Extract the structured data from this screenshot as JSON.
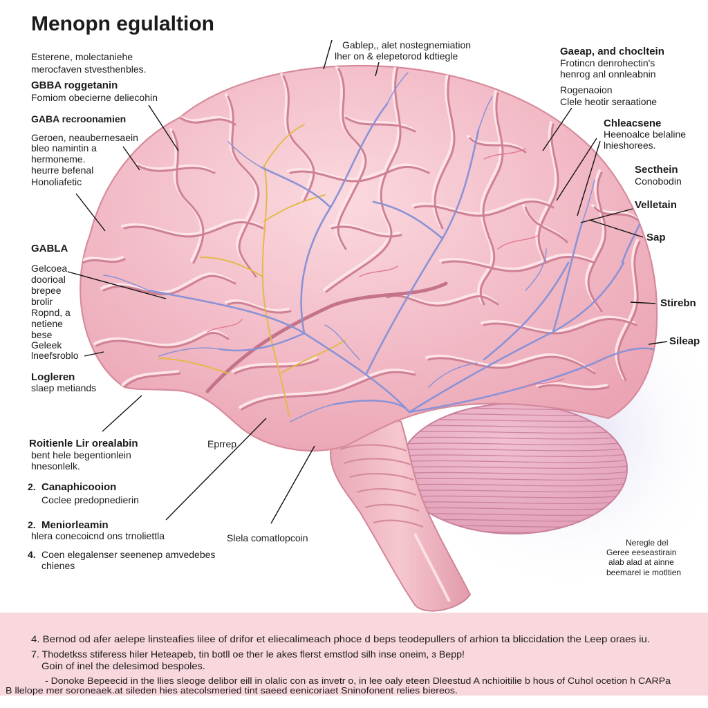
{
  "title": "Menopn egulaltion",
  "left_labels": [
    "Esterene, molectaniehe",
    "merocfaven stvesthenbles.",
    "GBBA roggetanin",
    "Fomiom obecierne deliecohin",
    "GABA recroonamien",
    "Geroen, neaubernesaein",
    "bleo namintin a",
    "hermoneme.",
    "heurre befenal",
    "Honoliafetic",
    "GABLA",
    "Gelcoea",
    "doorioal",
    "brepee",
    "brolir",
    "Ropnd, a",
    "netiene",
    "bese",
    "Geleek",
    "lneefsroblo",
    "Logleren",
    "slaep metiands",
    "Roitienle Lir orealabin",
    "bent hele begentionlein",
    "hnesonlelk."
  ],
  "numbered_items": [
    {
      "number": "2.",
      "title": "Canaphicooion",
      "detail": "Coclee predopnedierin"
    },
    {
      "number": "2.",
      "title": "Meniorleamin",
      "detail": "hlera conecoicnd ons trnoliettla"
    },
    {
      "number": "4.",
      "title": "Coen elegalenser seenenep amvedebes",
      "detail": "chienes"
    }
  ],
  "top_center_labels": [
    "Gablep,, alet nostegnemiation",
    "lher on & elepetorod kdtiegle"
  ],
  "right_labels": [
    "Gaeap, and chocltein",
    "Frotincn denrohectin's",
    "henrog anl onnleabnin",
    "Rogenaoion",
    "Clele heotir seraatione",
    "Chleacsene",
    "Heenoalce belaline",
    "lnieshorees.",
    "Secthein",
    "Conobodin",
    "Velletain",
    "Sap",
    "Stirebn",
    "Sileap"
  ],
  "center_labels": [
    "Eprrep",
    "Slela comatlopcoin"
  ],
  "corner_note": [
    "Neregle del",
    "Geree eeseastirain",
    "alab alad at ainne",
    "beemarel ie motltien"
  ],
  "footer_notes": [
    "4. Bernod od afer aelepe linsteafies lilee of drifor et eliecalimeach phoce d beps teodepullers of arhion ta bliccidation the Leep oraes iu.",
    "7. Thodetkss stiferess hiler Heteapeb, tin botll oe ther le akes flerst emstlod silh inse oneim, ɜ Bepp!",
    "Goin of inel the delesimod bespoles.",
    "- Donoke Bepeecid in the llies sleoge delibor eill in olalic con as invetr o, in lee oaly eteen Dleestud A nchioitilie b hous of Cuhol ocetion h CARPa",
    "B llelope mer soroneaek.at sileden hies atecolsmeried tint saeed eenicoriaet Sninofonent relies biereos."
  ],
  "colors": {
    "text": "#1b1b1b",
    "footer_bg": "#f8d7dd",
    "brain_light": "#fbd9df",
    "brain_dark": "#eba4b4",
    "vessel": "#8a92d6",
    "nerve": "#e3b94b",
    "cerebellum": "#e2a0b8"
  }
}
